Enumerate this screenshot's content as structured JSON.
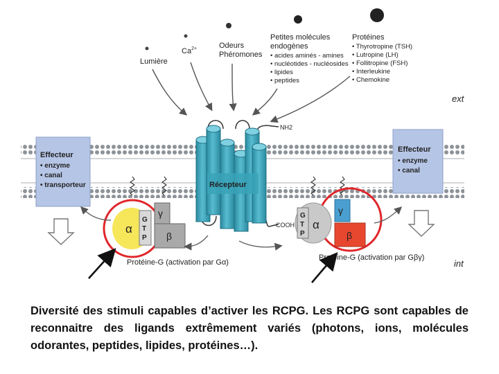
{
  "stimuli": {
    "light": "Lumière",
    "calcium": "Ca",
    "calcium_sup": "2+",
    "odors_line1": "Odeurs",
    "odors_line2": "Phéromones",
    "small_molecules_line1": "Petites molécules",
    "small_molecules_line2": "endogènes",
    "small_molecules_items": [
      "• acides aminés - amines",
      "• nucléotides - nucléosides",
      "• lipides",
      "• peptides"
    ],
    "proteins_title": "Protéines",
    "proteins_items": [
      "• Thyrotropine (TSH)",
      "• Lutropine (LH)",
      "• Follitropine (FSH)",
      "• Interleukine",
      "• Chemokine"
    ]
  },
  "membrane": {
    "ext_label": "ext",
    "int_label": "int"
  },
  "receptor": {
    "label": "Récepteur",
    "nh2": "NH2",
    "cooh": "COOH"
  },
  "effector_left": {
    "title": "Effecteur",
    "items": [
      "• enzyme",
      "• canal",
      "• transporteur"
    ]
  },
  "effector_right": {
    "title": "Effecteur",
    "items": [
      "• enzyme",
      "• canal"
    ]
  },
  "gprotein_left": {
    "alpha": "α",
    "gamma": "γ",
    "beta": "β",
    "gtp": [
      "G",
      "T",
      "P"
    ],
    "caption": "Protéine-G (activation par Gα)"
  },
  "gprotein_right": {
    "alpha": "α",
    "gamma": "γ",
    "beta": "β",
    "gdp": [
      "G",
      "T",
      "P"
    ],
    "caption": "Protéine-G (activation par Gβγ)"
  },
  "caption": "Diversité des stimuli capables d’activer les RCPG. Les RCPG sont capables de reconnaitre des ligands extrêmement variés (photons, ions, molécules odorantes, peptides, lipides, protéines…).",
  "colors": {
    "membrane": "#9aa0a6",
    "receptor": "#3aa3b8",
    "effector": "#b5c5e6",
    "alpha_left": "#f5e65a",
    "red_circle": "#e0262b",
    "beta_right": "#e8472f",
    "gamma_right": "#4a9fd0"
  }
}
